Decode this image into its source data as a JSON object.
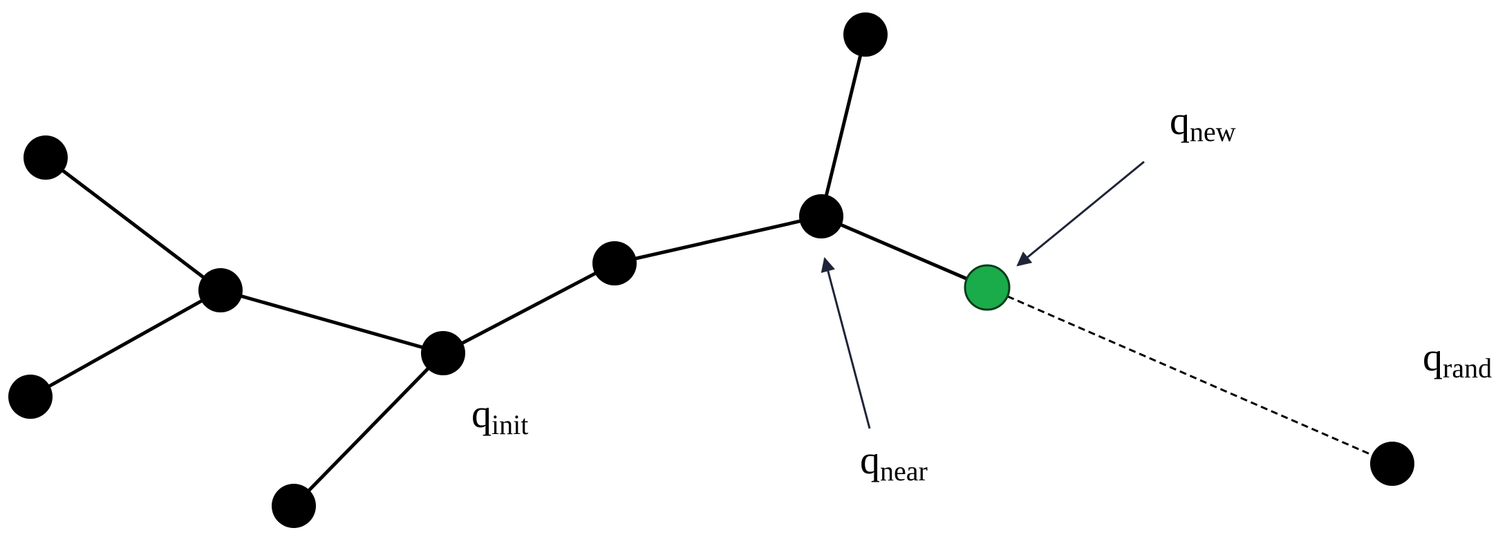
{
  "diagram": {
    "labels": {
      "q_init": {
        "main": "q",
        "sub": "init"
      },
      "q_near": {
        "main": "q",
        "sub": "near"
      },
      "q_new": {
        "main": "q",
        "sub": "new"
      },
      "q_rand": {
        "main": "q",
        "sub": "rand"
      }
    },
    "nodes": [
      {
        "id": "leaf-upper-left",
        "role": "tree-node"
      },
      {
        "id": "branch-left",
        "role": "tree-node"
      },
      {
        "id": "leaf-lower-left",
        "role": "tree-node"
      },
      {
        "id": "q-init",
        "role": "tree-node"
      },
      {
        "id": "leaf-bottom",
        "role": "tree-node"
      },
      {
        "id": "mid",
        "role": "tree-node"
      },
      {
        "id": "q-near",
        "role": "tree-node"
      },
      {
        "id": "leaf-top",
        "role": "tree-node"
      },
      {
        "id": "q-new",
        "role": "new-node"
      },
      {
        "id": "q-rand",
        "role": "random-sample"
      }
    ],
    "edges": [
      {
        "from": "leaf-upper-left",
        "to": "branch-left",
        "style": "solid"
      },
      {
        "from": "leaf-lower-left",
        "to": "branch-left",
        "style": "solid"
      },
      {
        "from": "branch-left",
        "to": "q-init",
        "style": "solid"
      },
      {
        "from": "q-init",
        "to": "leaf-bottom",
        "style": "solid"
      },
      {
        "from": "q-init",
        "to": "mid",
        "style": "solid"
      },
      {
        "from": "mid",
        "to": "q-near",
        "style": "solid"
      },
      {
        "from": "q-near",
        "to": "leaf-top",
        "style": "solid"
      },
      {
        "from": "q-near",
        "to": "q-new",
        "style": "solid"
      },
      {
        "from": "q-new",
        "to": "q-rand",
        "style": "dashed"
      }
    ],
    "colors": {
      "node": "#000000",
      "edge": "#000000",
      "new_node_fill": "#1aab4b",
      "new_node_stroke": "#0b3d1a",
      "arrow": "#1f2538",
      "background": "#ffffff"
    }
  }
}
